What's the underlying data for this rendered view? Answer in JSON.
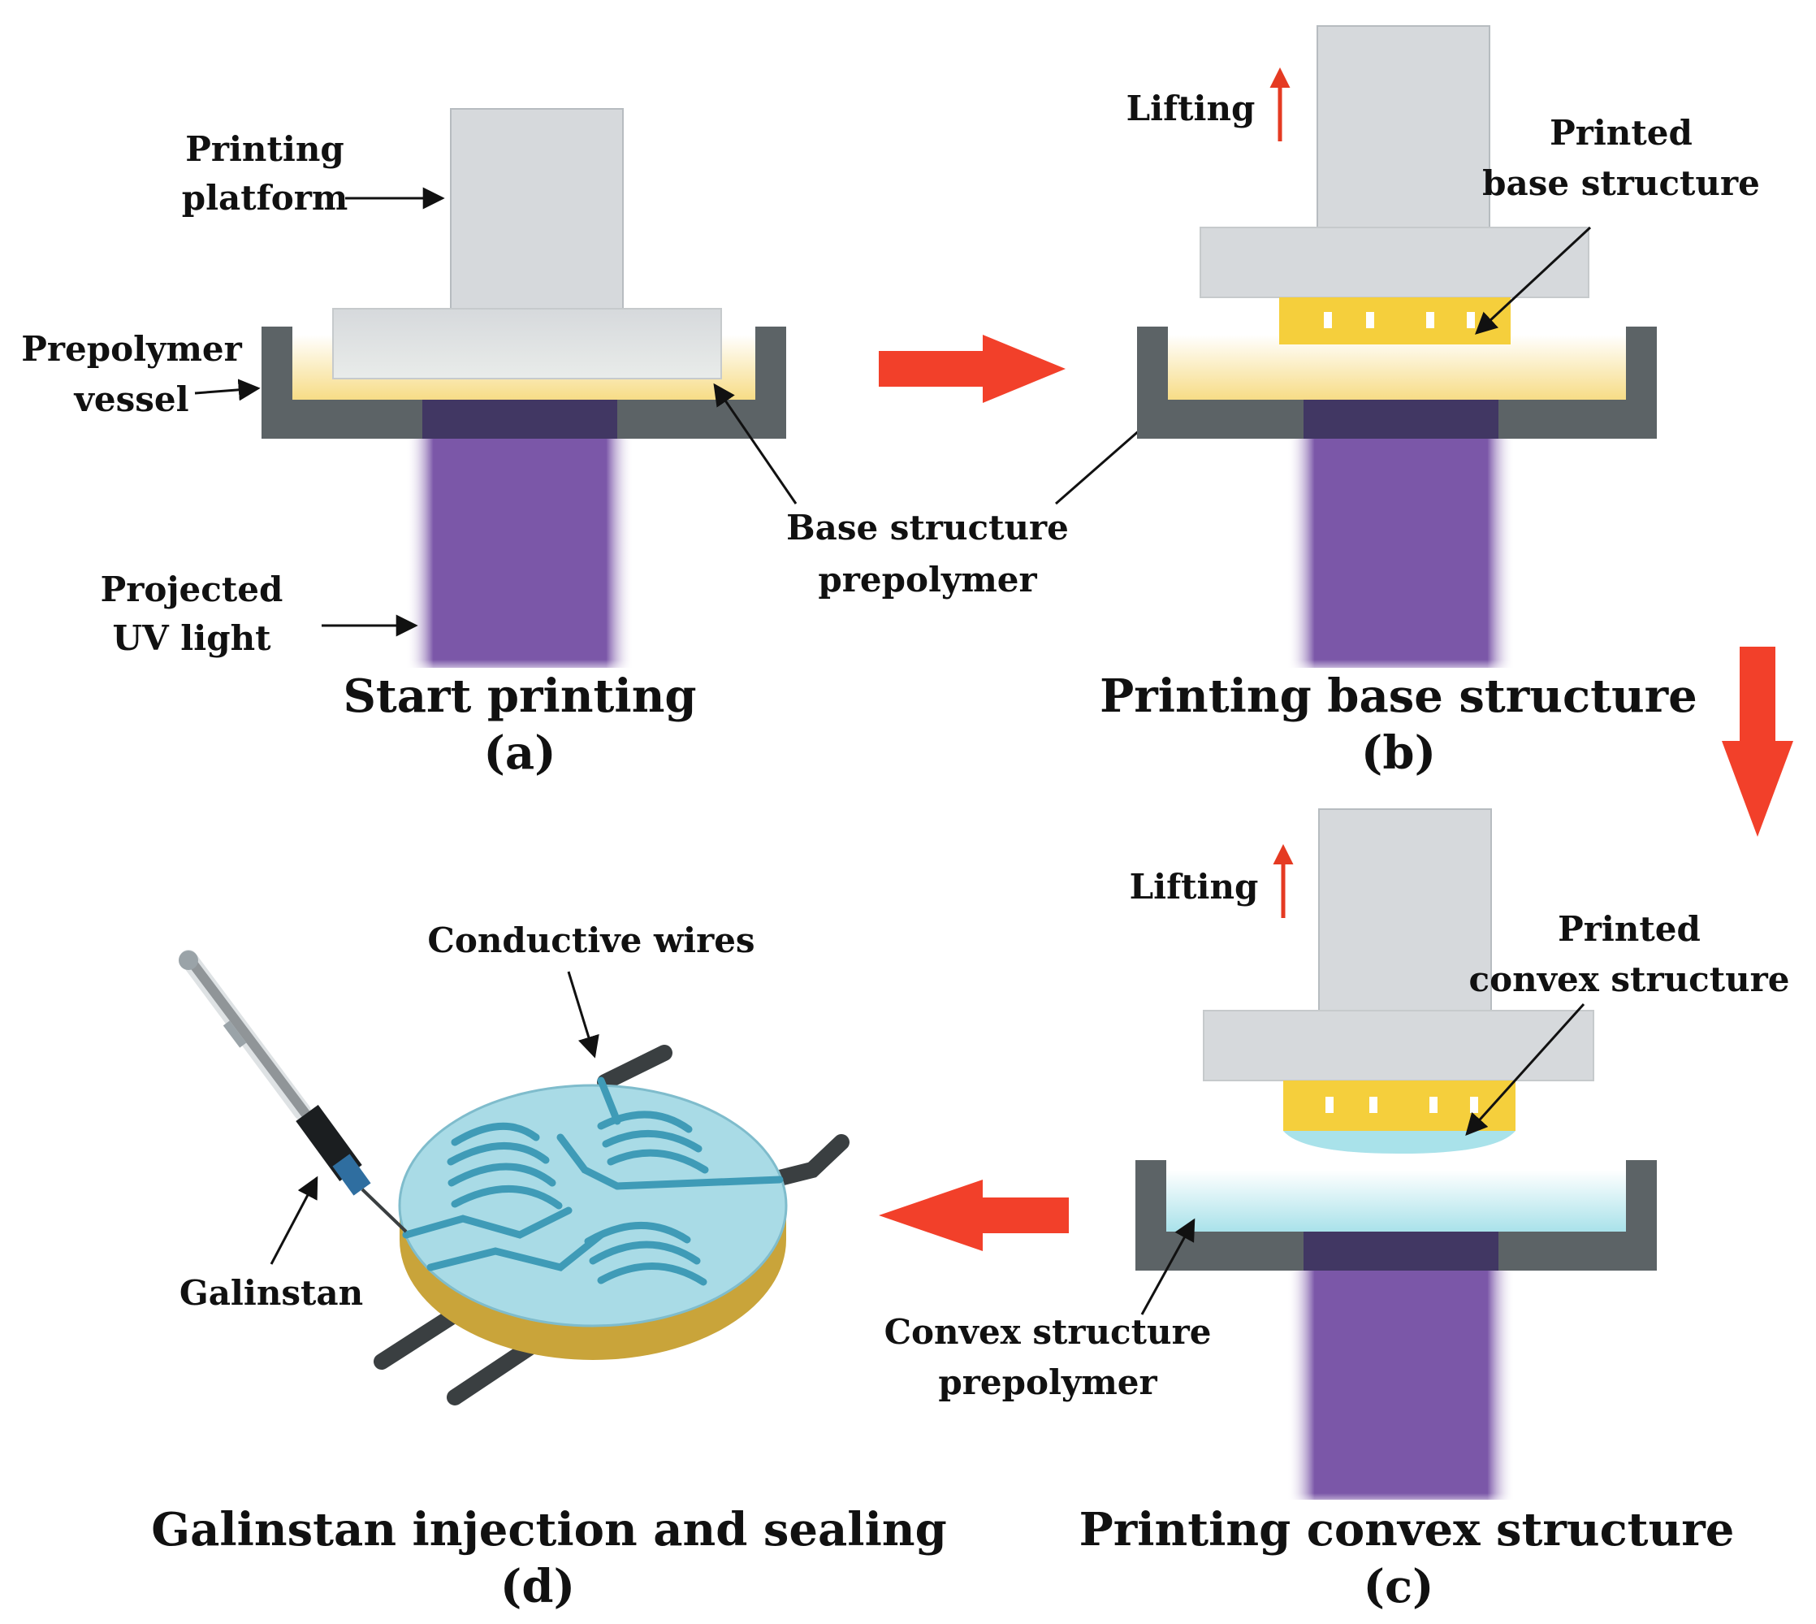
{
  "panels": {
    "a": {
      "caption": "Start printing",
      "letter": "(a)",
      "label_platform_1": "Printing",
      "label_platform_2": "platform",
      "label_vessel_1": "Prepolymer",
      "label_vessel_2": "vessel",
      "label_uv_1": "Projected",
      "label_uv_2": "UV light"
    },
    "shared": {
      "label_base_prepolymer_1": "Base structure",
      "label_base_prepolymer_2": "prepolymer"
    },
    "b": {
      "caption": "Printing base structure",
      "letter": "(b)",
      "label_lifting": "Lifting",
      "label_printed_1": "Printed",
      "label_printed_2": "base structure"
    },
    "c": {
      "caption": "Printing convex structure",
      "letter": "(c)",
      "label_lifting": "Lifting",
      "label_printed_1": "Printed",
      "label_printed_2": "convex structure",
      "label_prepolymer_1": "Convex structure",
      "label_prepolymer_2": "prepolymer"
    },
    "d": {
      "caption": "Galinstan injection and sealing",
      "letter": "(d)",
      "label_wires": "Conductive wires",
      "label_galinstan": "Galinstan"
    }
  },
  "colors": {
    "platform": "#d6d9dc",
    "platform_stroke": "#b7bcc0",
    "vessel": "#5c6366",
    "base_prepolymer": "#f7dc86",
    "convex_prepolymer": "#a9e2ea",
    "printed_structure": "#f5cf3c",
    "uv_light": "#7b57a8",
    "process_arrow": "#f2402a",
    "lift_arrow": "#e53a22",
    "disc_top": "#a9dbe6",
    "disc_channel": "#3f9bb7",
    "disc_side": "#c9a43a",
    "wire": "#3a3f41"
  },
  "icons": [
    "syringe-icon",
    "lift-arrow-icon",
    "process-arrow-icon"
  ]
}
